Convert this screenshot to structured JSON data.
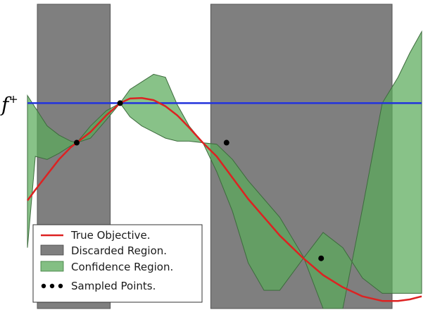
{
  "chart_data": {
    "type": "line",
    "title": "",
    "xlabel": "",
    "ylabel": "",
    "xlim": [
      0,
      1
    ],
    "ylim": [
      0,
      1
    ],
    "threshold": {
      "label": "f",
      "superscript": "+",
      "y": 0.675,
      "color": "#2233dd"
    },
    "true_objective": {
      "name": "True Objective.",
      "color": "#dd2222",
      "x": [
        0.0,
        0.02,
        0.05,
        0.08,
        0.11,
        0.125,
        0.16,
        0.2,
        0.235,
        0.26,
        0.29,
        0.32,
        0.35,
        0.38,
        0.41,
        0.445,
        0.48,
        0.52,
        0.56,
        0.6,
        0.64,
        0.7,
        0.75,
        0.8,
        0.85,
        0.9,
        0.94,
        0.97,
        1.0
      ],
      "y": [
        0.355,
        0.39,
        0.44,
        0.49,
        0.53,
        0.545,
        0.58,
        0.635,
        0.675,
        0.69,
        0.692,
        0.685,
        0.665,
        0.635,
        0.595,
        0.545,
        0.5,
        0.43,
        0.36,
        0.3,
        0.24,
        0.165,
        0.11,
        0.07,
        0.04,
        0.025,
        0.025,
        0.03,
        0.04
      ]
    },
    "confidence_region": {
      "name": "Confidence Region.",
      "color": "#5aaa5a",
      "x": [
        0.0,
        0.02,
        0.05,
        0.08,
        0.11,
        0.125,
        0.16,
        0.2,
        0.235,
        0.26,
        0.29,
        0.32,
        0.35,
        0.38,
        0.41,
        0.445,
        0.48,
        0.52,
        0.56,
        0.6,
        0.64,
        0.7,
        0.75,
        0.8,
        0.85,
        0.9,
        0.94,
        0.97,
        1.0
      ],
      "upper": [
        0.7,
        0.66,
        0.6,
        0.57,
        0.55,
        0.545,
        0.6,
        0.65,
        0.675,
        0.72,
        0.745,
        0.77,
        0.76,
        0.67,
        0.6,
        0.545,
        0.54,
        0.49,
        0.42,
        0.36,
        0.3,
        0.17,
        0.0,
        0.0,
        0.33,
        0.675,
        0.76,
        0.84,
        0.91
      ],
      "lower": [
        0.2,
        0.5,
        0.49,
        0.51,
        0.535,
        0.545,
        0.56,
        0.62,
        0.675,
        0.63,
        0.6,
        0.58,
        0.56,
        0.55,
        0.55,
        0.545,
        0.45,
        0.32,
        0.15,
        0.06,
        0.06,
        0.165,
        0.25,
        0.2,
        0.1,
        0.05,
        0.05,
        0.05,
        0.05
      ]
    },
    "discarded_regions": {
      "name": "Discarded Region.",
      "color": "#7f7f7f",
      "intervals": [
        [
          0.025,
          0.21
        ],
        [
          0.465,
          0.925
        ]
      ]
    },
    "sampled_points": {
      "name": "Sampled Points.",
      "x": [
        0.125,
        0.235,
        0.505,
        0.745
      ],
      "y": [
        0.545,
        0.675,
        0.545,
        0.165
      ]
    },
    "legend": {
      "placement": "lower-left",
      "entries": [
        "True Objective.",
        "Discarded Region.",
        "Confidence Region.",
        "Sampled Points."
      ]
    }
  }
}
